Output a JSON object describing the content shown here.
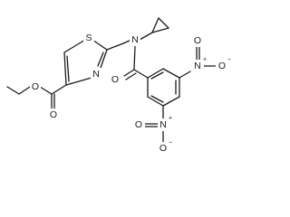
{
  "molecule": {
    "atoms": {
      "ester_O1": "O",
      "ester_O2": "O",
      "thiazole_S": "S",
      "thiazole_N": "N",
      "amide_N": "N",
      "amide_O": "O",
      "nitro1_N": "N",
      "nitro1_O1": "O",
      "nitro1_O2": "O",
      "nitro2_N": "N",
      "nitro2_O1": "O",
      "nitro2_O2": "O"
    },
    "charges": {
      "nitro1_N": "+",
      "nitro1_O2": "−",
      "nitro2_N": "+",
      "nitro2_O2": "−"
    }
  }
}
